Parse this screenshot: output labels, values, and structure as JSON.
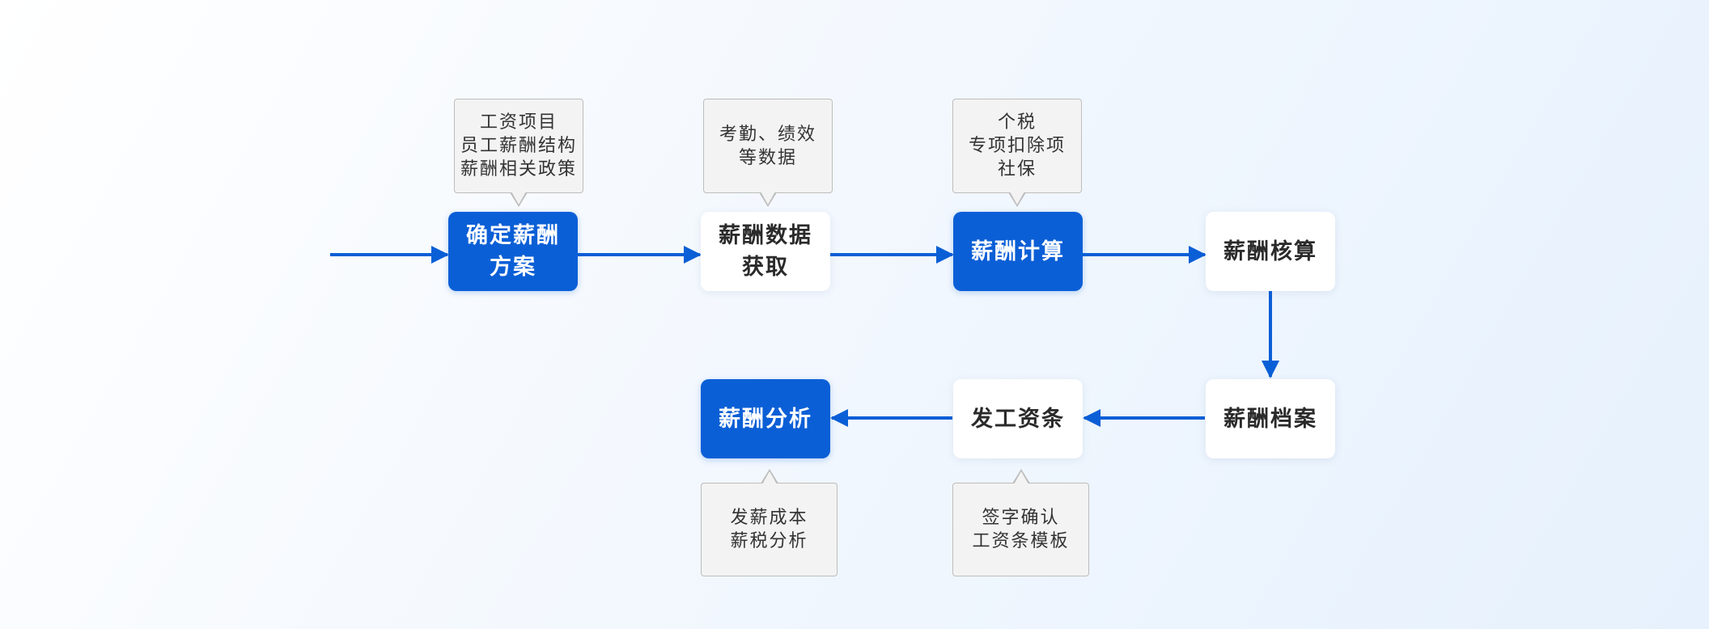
{
  "colors": {
    "accent": "#0b5fd6",
    "node_white": "#ffffff",
    "note_bg": "#f3f3f3",
    "note_border": "#bdbdbd"
  },
  "nodes": [
    {
      "label": "确定薪酬\n方案",
      "style": "blue"
    },
    {
      "label": "薪酬数据\n获取",
      "style": "white"
    },
    {
      "label": "薪酬计算",
      "style": "blue"
    },
    {
      "label": "薪酬核算",
      "style": "white"
    },
    {
      "label": "薪酬档案",
      "style": "white"
    },
    {
      "label": "发工资条",
      "style": "white"
    },
    {
      "label": "薪酬分析",
      "style": "blue"
    }
  ],
  "notes": [
    {
      "text": "工资项目\n员工薪酬结构\n薪酬相关政策"
    },
    {
      "text": "考勤、绩效\n等数据"
    },
    {
      "text": "个税\n专项扣除项\n社保"
    },
    {
      "text": "签字确认\n工资条模板"
    },
    {
      "text": "发薪成本\n薪税分析"
    }
  ]
}
